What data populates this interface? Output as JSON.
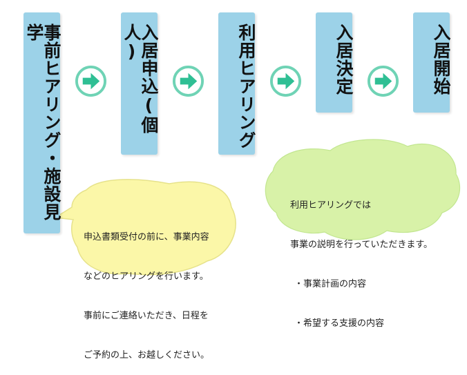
{
  "steps": [
    {
      "label": "事前ヒアリング・施設見学"
    },
    {
      "label": "入居申込(個人)"
    },
    {
      "label": "利用ヒアリング"
    },
    {
      "label": "入居決定"
    },
    {
      "label": "入居開始"
    }
  ],
  "notes": {
    "left": {
      "lines": [
        "申込書類受付の前に、事業内容",
        "などのヒアリングを行います。",
        "事前にご連絡いただき、日程を",
        "ご予約の上、お越しください。"
      ]
    },
    "right": {
      "lines": [
        "利用ヒアリングでは",
        "事業の説明を行っていただきます。",
        "・事業計画の内容",
        "・希望する支援の内容"
      ]
    }
  },
  "colors": {
    "step_box": "#9cd2e8",
    "arrow_ring": "#6fd3b5",
    "arrow_fill": "#2fbf94",
    "left_bubble": "#fbf7a8",
    "right_bubble": "#d8f2a8"
  }
}
